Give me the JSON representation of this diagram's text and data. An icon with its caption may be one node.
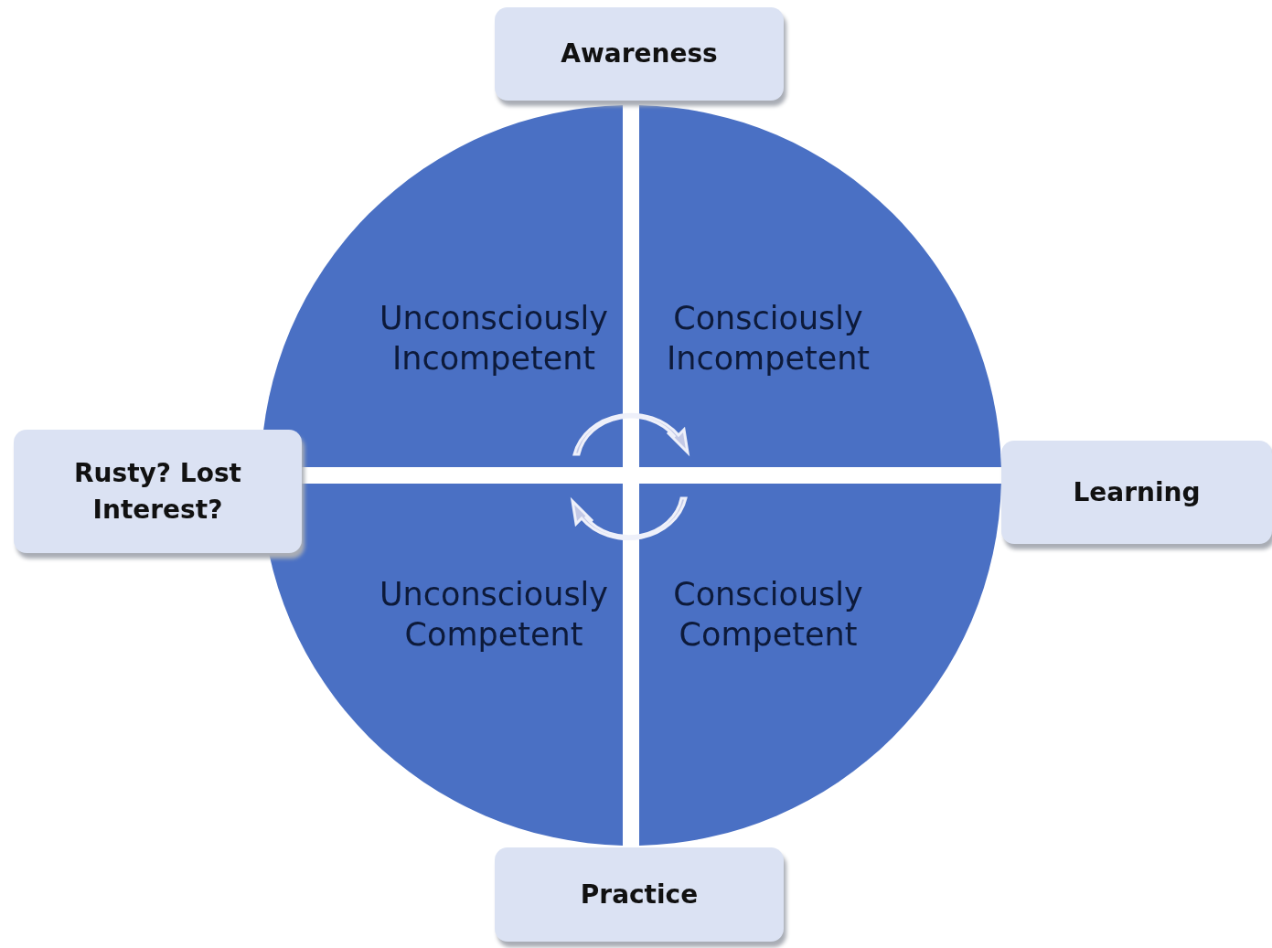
{
  "diagram": {
    "nodes": [
      {
        "text": [
          "Awareness"
        ]
      },
      {
        "text": [
          "Unconsciously Incompetent"
        ]
      },
      {
        "text": [
          "Consciously Incompetent"
        ]
      },
      {
        "text": [
          "Rusty? Lost Interest?"
        ]
      },
      {
        "text": [
          "Learning"
        ]
      },
      {
        "text": [
          "Unconsciously Competent"
        ]
      },
      {
        "text": [
          "Consciously Competent"
        ]
      },
      {
        "text": [
          "Practice"
        ]
      }
    ],
    "edges": []
  }
}
